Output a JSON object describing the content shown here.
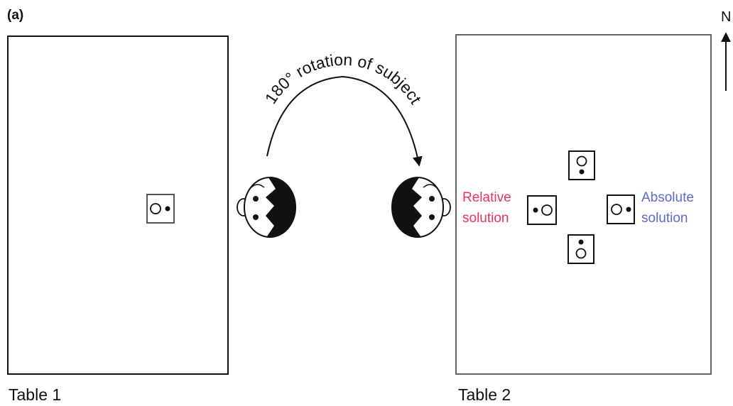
{
  "panel_label": "(a)",
  "compass": {
    "label": "N",
    "icon": "north-arrow-icon"
  },
  "tables": [
    {
      "caption": "Table 1"
    },
    {
      "caption": "Table 2"
    }
  ],
  "rotation_label": "180° rotation of subject",
  "solutions": {
    "relative": {
      "line1": "Relative",
      "line2": "solution",
      "color": "#e8345c"
    },
    "absolute": {
      "line1": "Absolute",
      "line2": "solution",
      "color": "#5a6bd0"
    }
  },
  "icons": {
    "subject_head": "subject-head-icon",
    "card": "card-icon",
    "rotation_arrow": "curved-arrow-icon"
  }
}
